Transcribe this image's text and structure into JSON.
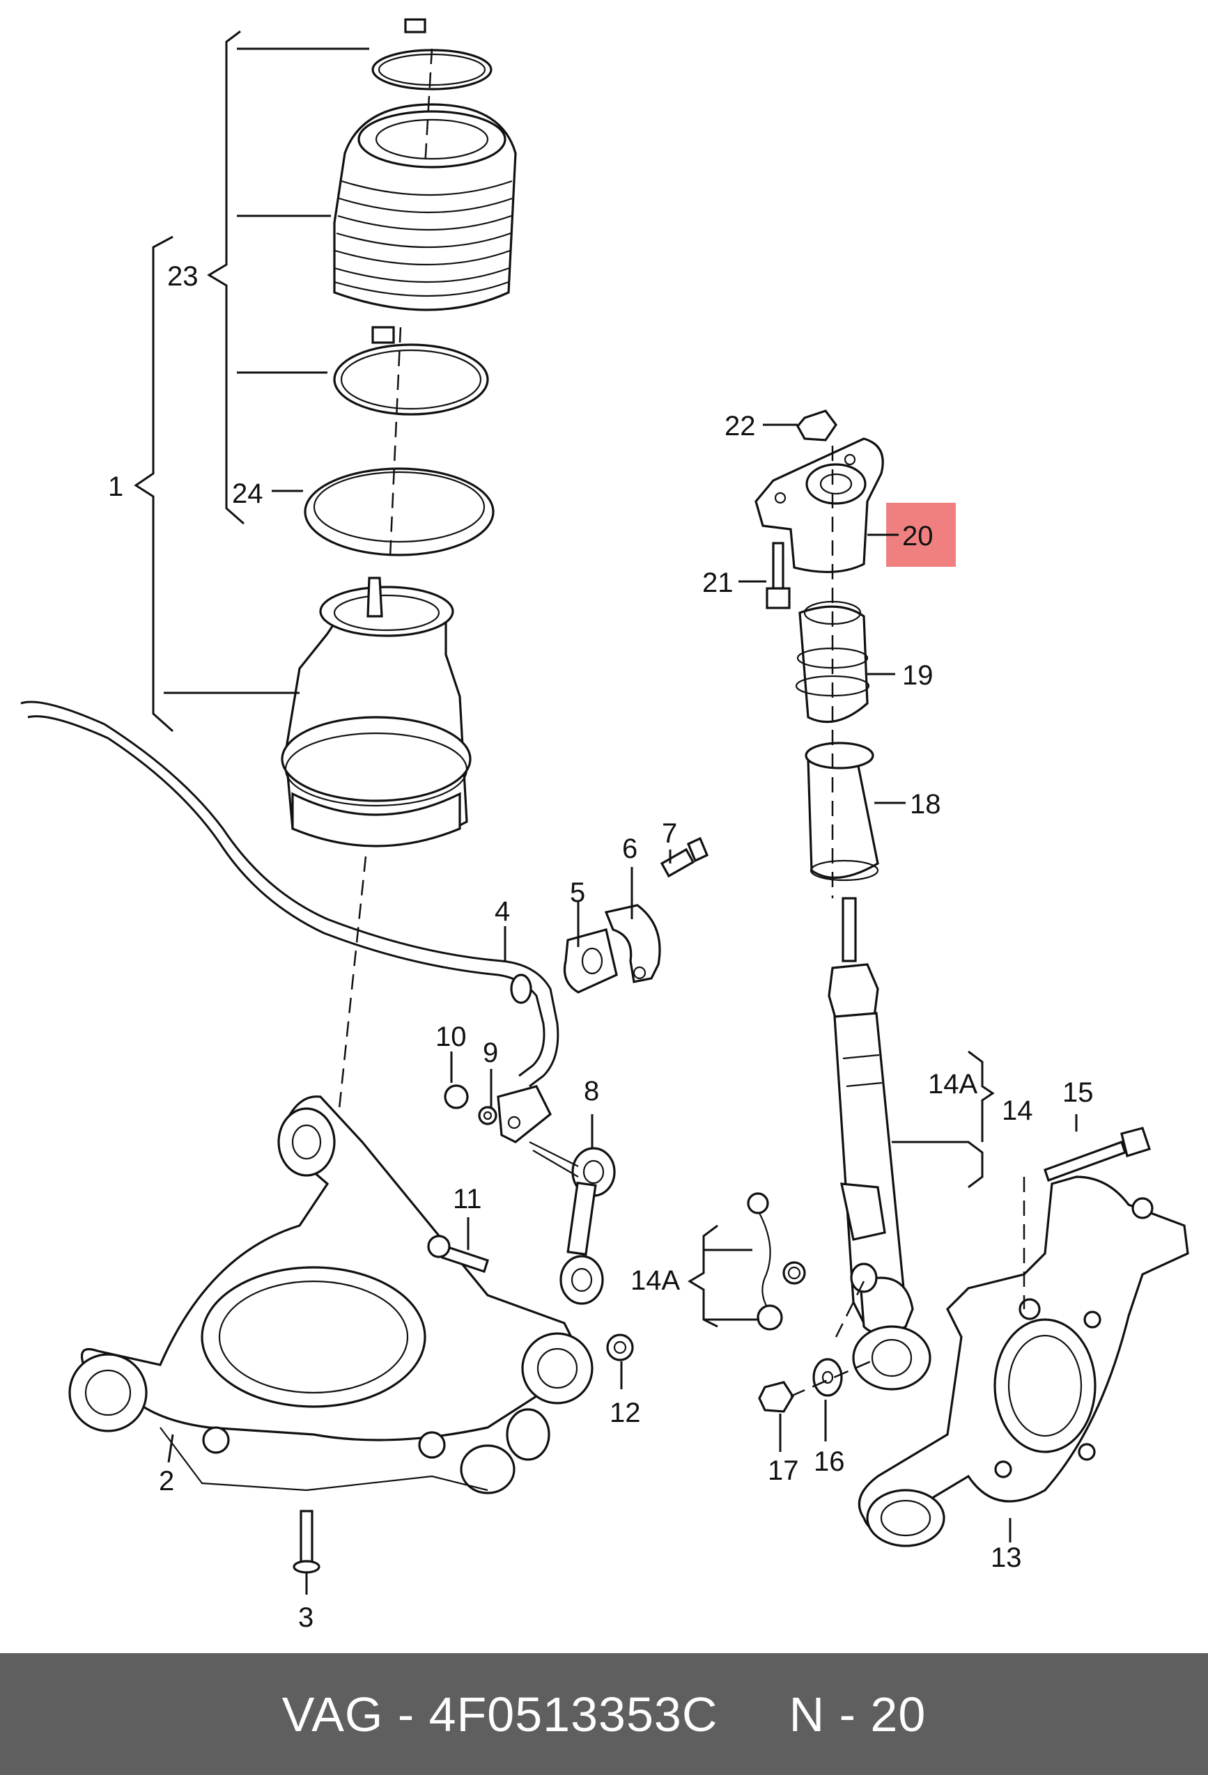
{
  "labels": {
    "l1": "1",
    "l2": "2",
    "l3": "3",
    "l4": "4",
    "l5": "5",
    "l6": "6",
    "l7": "7",
    "l8": "8",
    "l9": "9",
    "l10": "10",
    "l11": "11",
    "l12": "12",
    "l13": "13",
    "l14": "14",
    "l14a_upper": "14A",
    "l14a_left": "14A",
    "l15": "15",
    "l16": "16",
    "l17": "17",
    "l18": "18",
    "l19": "19",
    "l20": "20",
    "l21": "21",
    "l22": "22",
    "l23": "23",
    "l24": "24"
  },
  "highlight": {
    "part": "20",
    "color": "#f08080"
  },
  "footer": {
    "brand": "VAG",
    "part_number": "4F0513353C",
    "position": "N - 20",
    "background": "#5f5f5f"
  }
}
